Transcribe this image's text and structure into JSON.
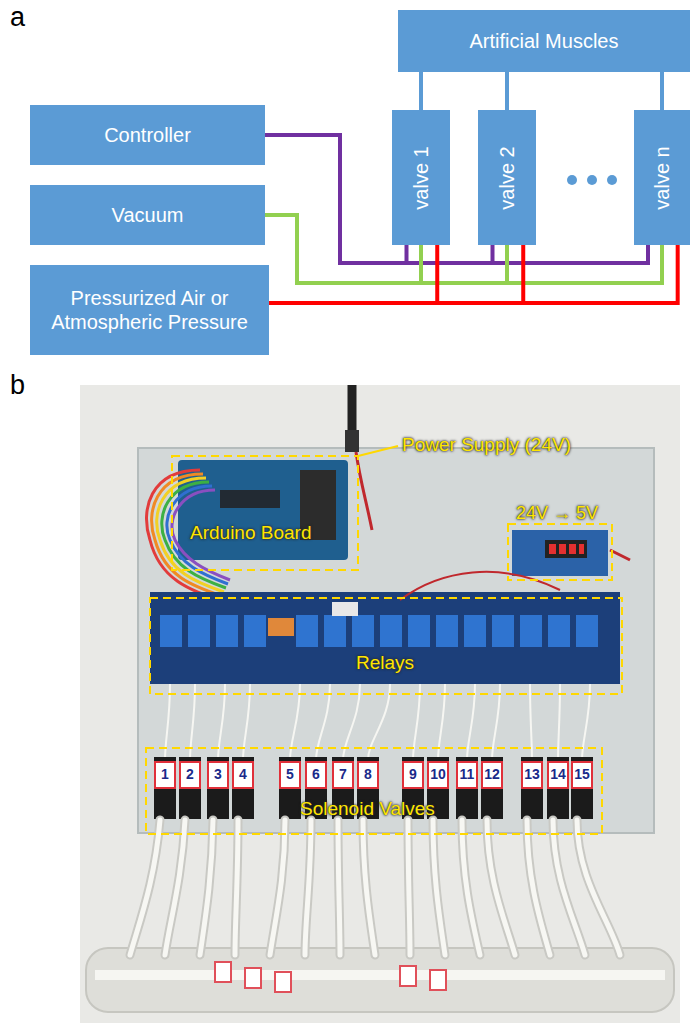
{
  "diagram": {
    "nodes": [
      {
        "text": [
          "Artificial Muscles"
        ]
      },
      {
        "text": [
          "Controller"
        ]
      },
      {
        "text": [
          "Vacuum"
        ]
      },
      {
        "text": [
          "Pressurized Air or Atmospheric Pressure"
        ]
      },
      {
        "text": [
          "valve 1"
        ]
      },
      {
        "text": [
          "valve 2"
        ]
      },
      {
        "text": [
          "valve n"
        ]
      }
    ],
    "edges": [
      {
        "from": 0,
        "to": 4,
        "arrow": "none"
      },
      {
        "from": 0,
        "to": 5,
        "arrow": "none"
      },
      {
        "from": 0,
        "to": 6,
        "arrow": "none"
      },
      {
        "from": 1,
        "to": 4,
        "arrow": "none"
      },
      {
        "from": 1,
        "to": 5,
        "arrow": "none"
      },
      {
        "from": 1,
        "to": 6,
        "arrow": "none"
      },
      {
        "from": 2,
        "to": 4,
        "arrow": "none"
      },
      {
        "from": 2,
        "to": 5,
        "arrow": "none"
      },
      {
        "from": 2,
        "to": 6,
        "arrow": "none"
      },
      {
        "from": 3,
        "to": 4,
        "arrow": "none"
      },
      {
        "from": 3,
        "to": 5,
        "arrow": "none"
      },
      {
        "from": 3,
        "to": 6,
        "arrow": "none"
      }
    ],
    "labels": [
      "a",
      "b",
      "Power Supply (24V)",
      "Arduino Board",
      "24V → 5V",
      "Relays",
      "Solenoid Valves",
      "1",
      "2",
      "3",
      "4",
      "5",
      "6",
      "7",
      "8",
      "9",
      "10",
      "11",
      "12",
      "13",
      "14",
      "15"
    ]
  }
}
